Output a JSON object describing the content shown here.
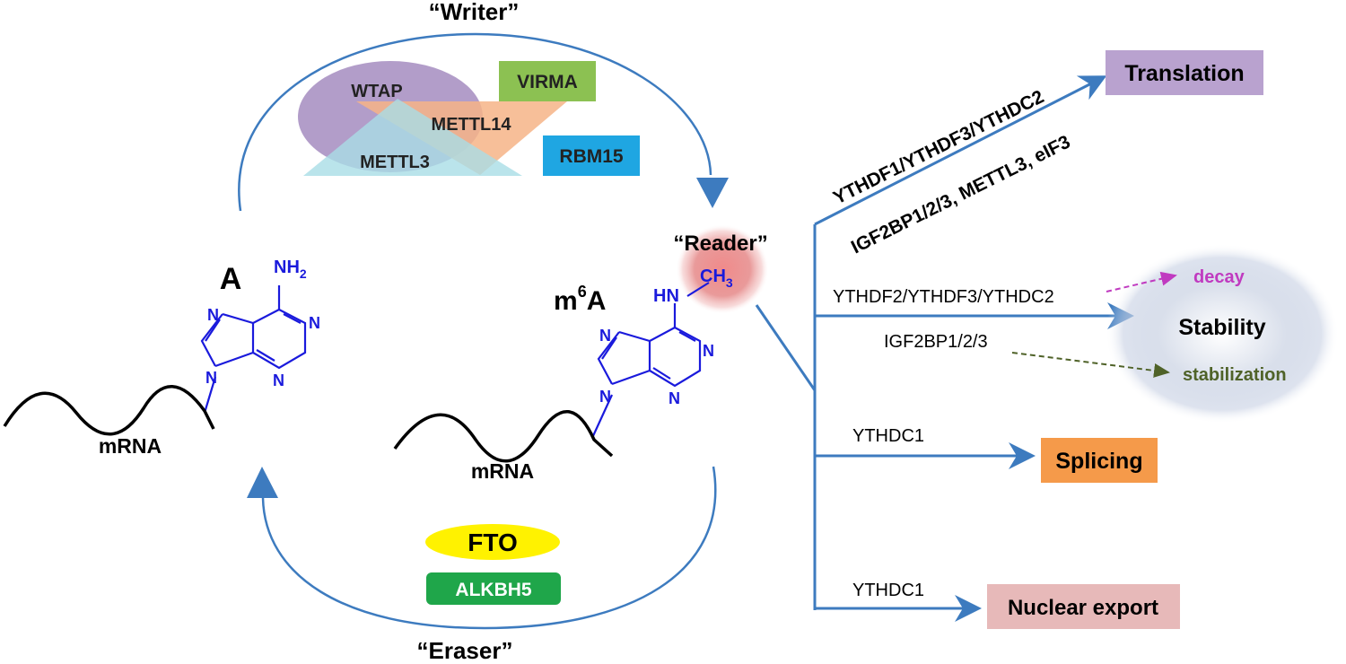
{
  "cycle": {
    "writer_label": "“Writer”",
    "eraser_label": "“Eraser”",
    "reader_label": "“Reader”"
  },
  "writer_complex": {
    "wtap": "WTAP",
    "mettl14": "METTL14",
    "mettl3": "METTL3",
    "virma": "VIRMA",
    "rbm15": "RBM15"
  },
  "eraser_proteins": {
    "fto": "FTO",
    "alkbh5": "ALKBH5"
  },
  "unmodified": {
    "label": "A",
    "nh2": "NH",
    "nh2_sub": "2",
    "mrna": "mRNA"
  },
  "modified": {
    "label_m": "m",
    "label_sup": "6",
    "label_a": "A",
    "hn": "HN",
    "ch3": "CH",
    "ch3_sub": "3",
    "mrna": "mRNA"
  },
  "chem_atom": "N",
  "readers": {
    "translation_line1": "YTHDF1/YTHDF3/YTHDC2",
    "translation_line2": "IGF2BP1/2/3, METTL3, eIF3",
    "decay_readers": "YTHDF2/YTHDF3/YTHDC2",
    "stabilization_readers": "IGF2BP1/2/3",
    "splicing_reader": "YTHDC1",
    "export_reader": "YTHDC1"
  },
  "outcomes": {
    "translation": "Translation",
    "stability": "Stability",
    "decay": "decay",
    "stabilization": "stabilization",
    "splicing": "Splicing",
    "nuclear_export": "Nuclear export"
  },
  "colors": {
    "arrow_blue": "#3d7bbf",
    "chem_blue": "#1a1adc",
    "wtap_purple": "#a58cc0",
    "mettl14_orange": "#f6b487",
    "mettl3_cyan": "#a9dde6",
    "virma_green": "#8cc152",
    "rbm15_blue": "#1fa6e2",
    "fto_yellow": "#fff200",
    "alkbh5_green": "#1fa64a",
    "translation_box": "#b9a2cf",
    "splicing_box": "#f59a4a",
    "export_box": "#e7b9b9",
    "decay_magenta": "#c03ac0",
    "stabilization_olive": "#4f6228"
  }
}
